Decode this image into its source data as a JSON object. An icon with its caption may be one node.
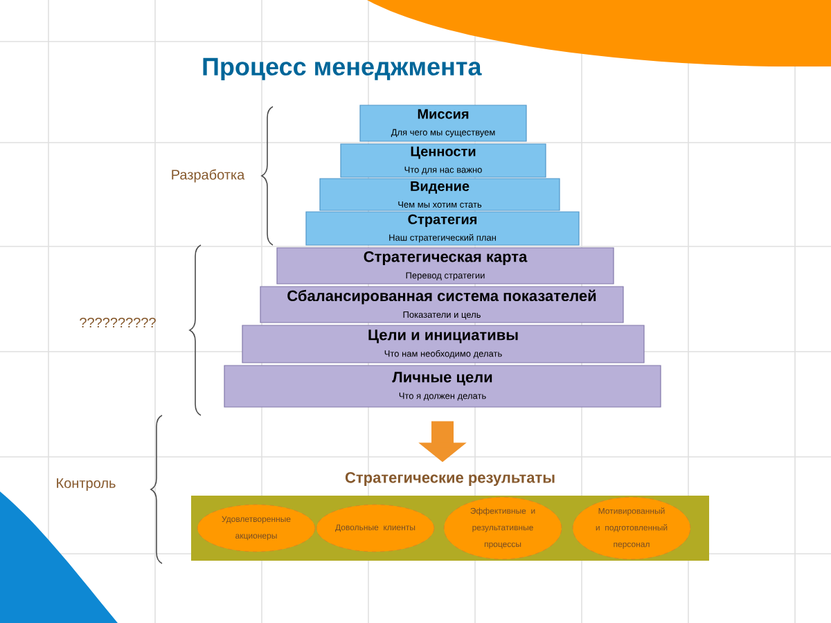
{
  "diagram": {
    "title": "Процесс менеджмента",
    "nodes": [
      {
        "text": [
          "Миссия",
          "Для чего мы существуем"
        ]
      },
      {
        "text": [
          "Ценности",
          "Что для нас важно"
        ]
      },
      {
        "text": [
          "Видение",
          "Чем мы хотим стать"
        ]
      },
      {
        "text": [
          "Стратегия",
          "Наш стратегический план"
        ]
      },
      {
        "text": [
          "Стратегическая карта",
          "Перевод стратегии"
        ]
      },
      {
        "text": [
          "Сбалансированная система показателей",
          "Показатели и цель"
        ]
      },
      {
        "text": [
          "Цели и инициативы",
          "Что нам необходимо делать"
        ]
      },
      {
        "text": [
          "Личные цели",
          "Что я должен делать"
        ]
      },
      {
        "text": [
          "Стратегические результаты"
        ]
      },
      {
        "text": [
          "Удовлетворенные акционеры"
        ],
        "in": 8
      },
      {
        "text": [
          "Довольные клиенты"
        ],
        "in": 8
      },
      {
        "text": [
          "Эффективные и результативные процессы"
        ],
        "in": 8
      },
      {
        "text": [
          "Мотивированный и подготовленный персонал"
        ],
        "in": 8
      }
    ],
    "edges": [
      {
        "from": 7,
        "to": 8,
        "arrow": "to"
      }
    ],
    "labels": [
      "Разработка",
      "??????????",
      "Контроль"
    ]
  }
}
